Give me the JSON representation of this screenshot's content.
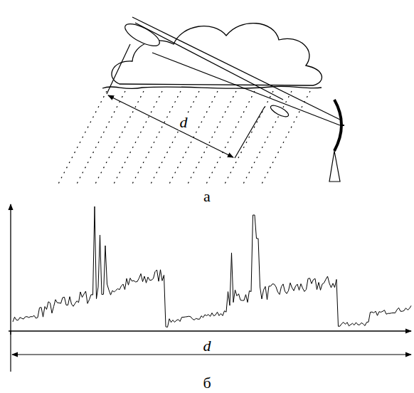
{
  "diagram": {
    "labels": [
      "d",
      "а",
      "d",
      "б"
    ]
  }
}
